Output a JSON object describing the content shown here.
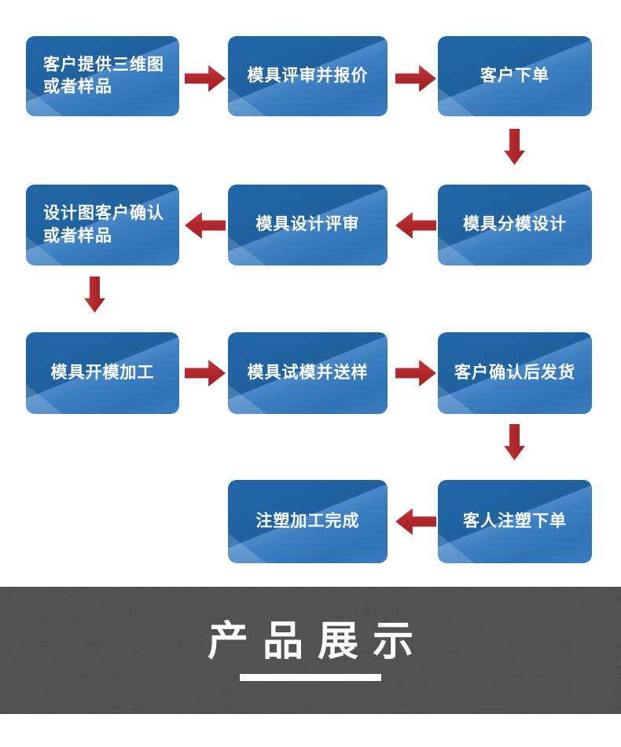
{
  "flow": {
    "boxes": [
      {
        "text": "客户提供三维图\n或者样品"
      },
      {
        "text": "模具评审并报价"
      },
      {
        "text": "客户下单"
      },
      {
        "text": "设计图客户确认\n或者样品"
      },
      {
        "text": "模具设计评审"
      },
      {
        "text": "模具分模设计"
      },
      {
        "text": "模具开模加工"
      },
      {
        "text": "模具试模并送样"
      },
      {
        "text": "客户确认后发货"
      },
      {
        "text": "注塑加工完成"
      },
      {
        "text": "客人注塑下单"
      }
    ],
    "arrow_directions": {
      "row1": "right",
      "row2": "left",
      "row3": "right",
      "row4": "left"
    }
  },
  "banner": {
    "title": "产品展示"
  },
  "colors": {
    "box_blue_base": "#2166a9",
    "box_blue_sheen": "#4b89ca",
    "arrow_red": "#b2282c",
    "banner_bg": "#3a3a3a",
    "text_white": "#ffffff"
  }
}
